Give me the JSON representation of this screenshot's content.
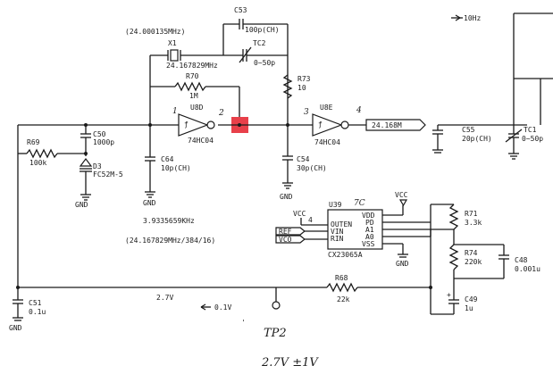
{
  "schematic": {
    "top_right_note": "10Hz",
    "crystal_freq_note": "(24.000135MHz)",
    "crystal": {
      "ref": "X1",
      "value": "24.167829MHz"
    },
    "cap_c53": {
      "ref": "C53",
      "value": "100p(CH)"
    },
    "trimmer_tc2": {
      "ref": "TC2",
      "value": "0~50p"
    },
    "res_r70": {
      "ref": "R70",
      "value": "1M"
    },
    "res_r73": {
      "ref": "R73",
      "value": "10"
    },
    "inv_u8d": {
      "ref": "U8D",
      "part": "74HC04",
      "pin_in": "1",
      "pin_out": "2"
    },
    "inv_u8e": {
      "ref": "U8E",
      "part": "74HC04",
      "pin_in": "3",
      "pin_out": "4"
    },
    "output_label": "24.168M",
    "cap_c50": {
      "ref": "C50",
      "value": "1000p"
    },
    "res_r69": {
      "ref": "R69",
      "value": "100k"
    },
    "diode_d3": {
      "ref": "D3",
      "value": "FC52M-5"
    },
    "cap_c64": {
      "ref": "C64",
      "value": "10p(CH)"
    },
    "cap_c54": {
      "ref": "C54",
      "value": "30p(CH)"
    },
    "cap_c55": {
      "ref": "C55",
      "value": "20p(CH)"
    },
    "trimmer_tc1": {
      "ref": "TC1",
      "value": "0~50p"
    },
    "freq_note": "3.9335659KHz",
    "freq_formula": "(24.167829MHz/384/16)",
    "ic_u39": {
      "ref": "U39",
      "part": "CX23065A",
      "pins_left": [
        "OUTEN",
        "VIN",
        "RIN"
      ],
      "pins_right": [
        "VDD",
        "PD",
        "A1",
        "A0",
        "VSS"
      ]
    },
    "ic_annotation": "7C",
    "vcc_label": "VCC",
    "pin_4": "4",
    "ref_tag": "REF",
    "vco_tag": "VCO",
    "gnd_label": "GND",
    "res_r71": {
      "ref": "R71",
      "value": "3.3k"
    },
    "res_r74": {
      "ref": "R74",
      "value": "220k"
    },
    "cap_c48": {
      "ref": "C48",
      "value": "0.001u"
    },
    "cap_c49": {
      "ref": "C49",
      "value": "1u"
    },
    "cap_c51": {
      "ref": "C51",
      "value": "0.1u"
    },
    "res_r68": {
      "ref": "R68",
      "value": "22k"
    },
    "voltage_27": "2.7V",
    "voltage_01": "0.1V",
    "testpoint": "TP2",
    "hand_note": "2.7V ±1V",
    "highlight_color": "#e8404a"
  }
}
